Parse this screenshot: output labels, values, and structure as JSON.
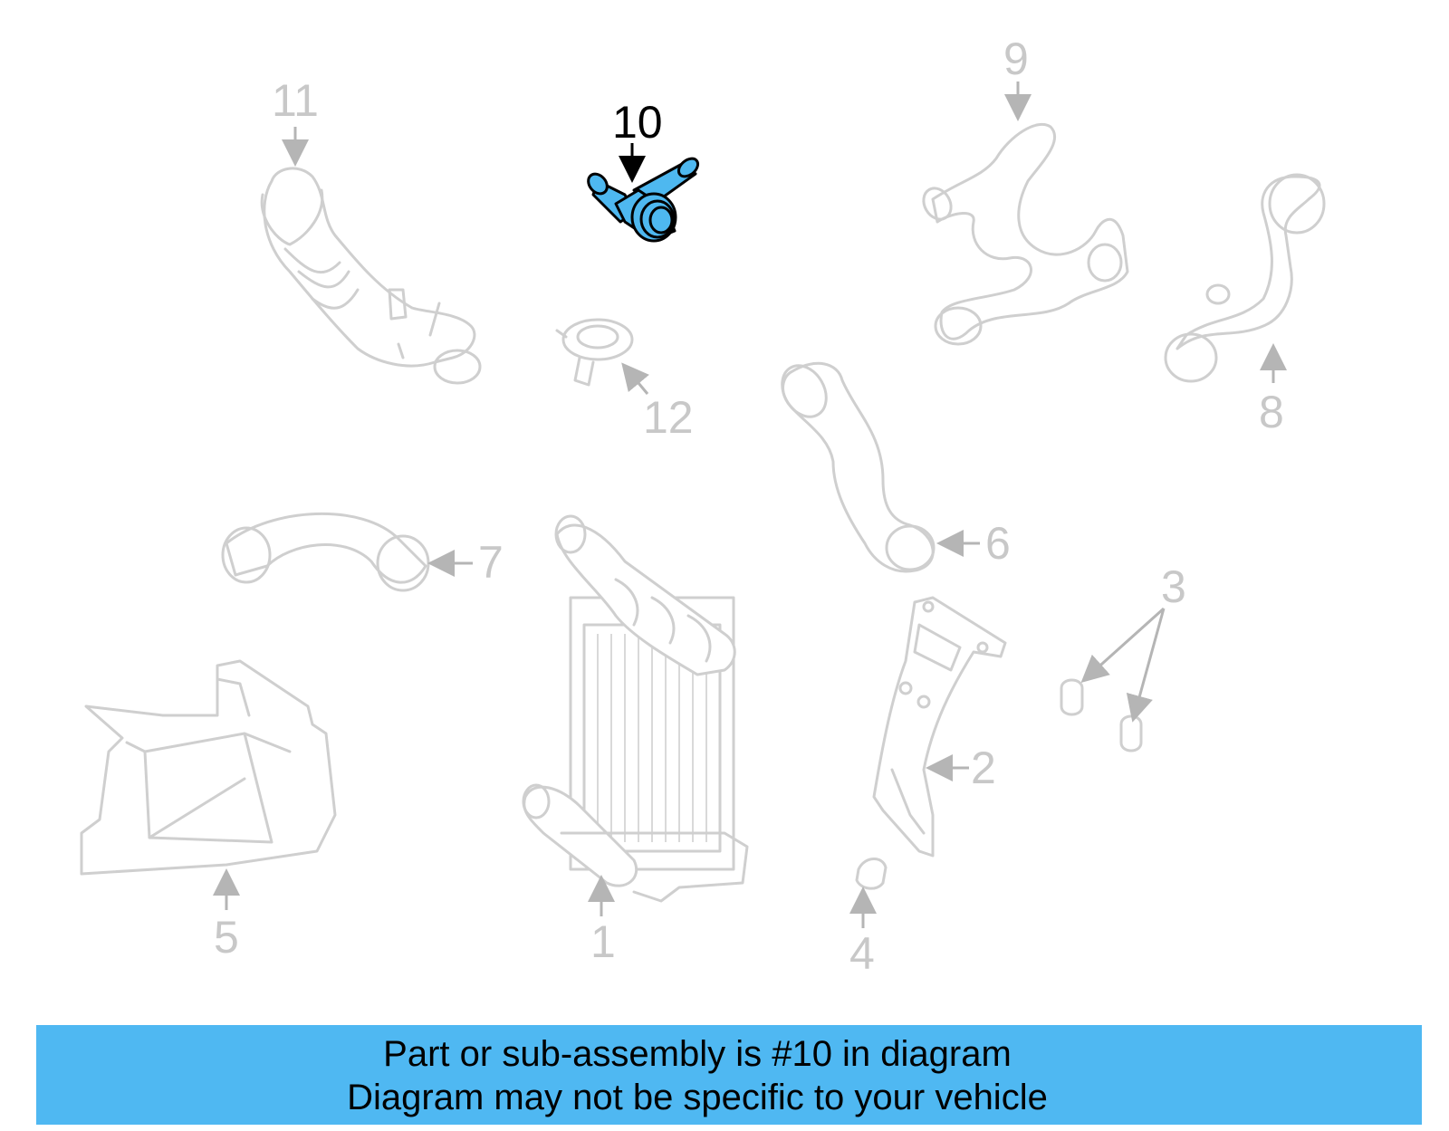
{
  "diagram": {
    "callouts": [
      "1",
      "2",
      "3",
      "4",
      "5",
      "6",
      "7",
      "8",
      "9",
      "10",
      "11",
      "12"
    ],
    "highlighted_callout": "10",
    "highlight_color": "#4eb8f0",
    "part_outline_color": "#cfcfcf"
  },
  "banner": {
    "line1": "Part or sub-assembly is #10 in diagram",
    "line2": "Diagram may not be specific to your vehicle",
    "background": "#4fb8f2"
  }
}
